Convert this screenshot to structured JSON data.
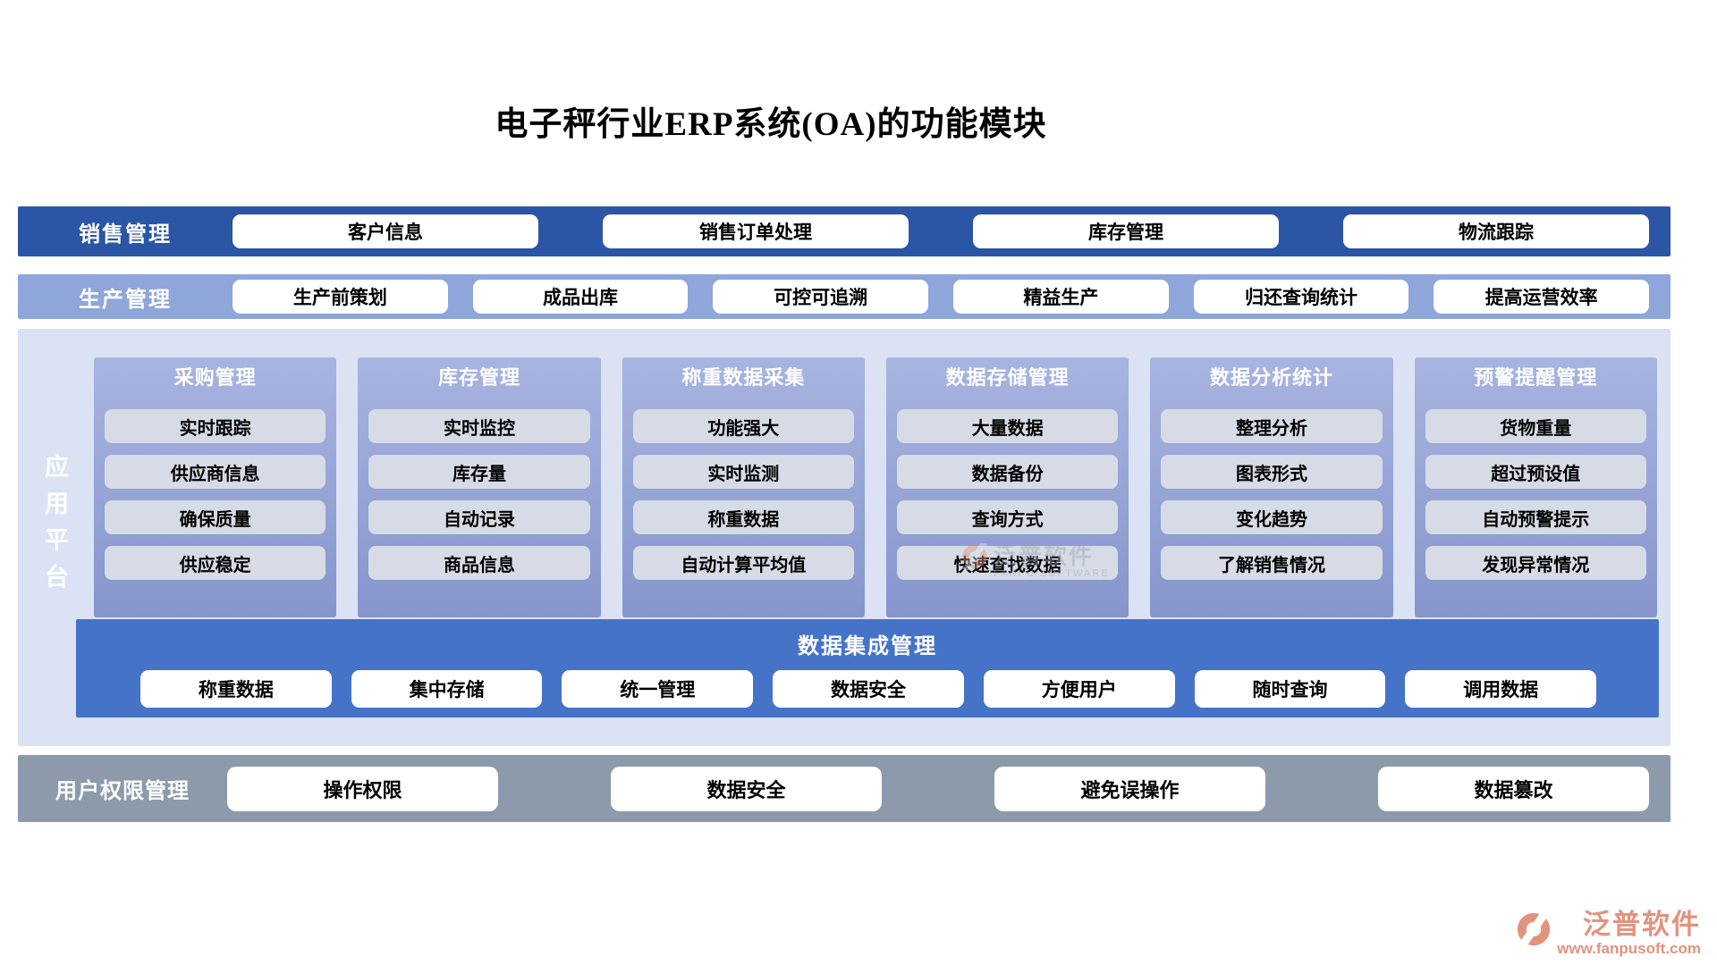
{
  "title": "电子秤行业ERP系统(OA)的功能模块",
  "sales": {
    "label": "销售管理",
    "buttons": [
      "客户信息",
      "销售订单处理",
      "库存管理",
      "物流跟踪"
    ]
  },
  "production": {
    "label": "生产管理",
    "buttons": [
      "生产前策划",
      "成品出库",
      "可控可追溯",
      "精益生产",
      "归还查询统计",
      "提高运营效率"
    ]
  },
  "platform": {
    "label": "应用平台",
    "columns": [
      {
        "title": "采购管理",
        "items": [
          "实时跟踪",
          "供应商信息",
          "确保质量",
          "供应稳定"
        ]
      },
      {
        "title": "库存管理",
        "items": [
          "实时监控",
          "库存量",
          "自动记录",
          "商品信息"
        ]
      },
      {
        "title": "称重数据采集",
        "items": [
          "功能强大",
          "实时监测",
          "称重数据",
          "自动计算平均值"
        ]
      },
      {
        "title": "数据存储管理",
        "items": [
          "大量数据",
          "数据备份",
          "查询方式",
          "快速查找数据"
        ]
      },
      {
        "title": "数据分析统计",
        "items": [
          "整理分析",
          "图表形式",
          "变化趋势",
          "了解销售情况"
        ]
      },
      {
        "title": "预警提醒管理",
        "items": [
          "货物重量",
          "超过预设值",
          "自动预警提示",
          "发现异常情况"
        ]
      }
    ]
  },
  "integration": {
    "title": "数据集成管理",
    "buttons": [
      "称重数据",
      "集中存储",
      "统一管理",
      "数据安全",
      "方便用户",
      "随时查询",
      "调用数据"
    ]
  },
  "permissions": {
    "label": "用户权限管理",
    "buttons": [
      "操作权限",
      "数据安全",
      "避免误操作",
      "数据篡改"
    ]
  },
  "watermark": {
    "brand": "泛普软件",
    "brand_en": "FANPU SOFTWARE",
    "url": "www.fanpusoft.com"
  },
  "colors": {
    "sales_band": "#2b55a5",
    "production_band": "#8ea6da",
    "platform_bg": "#dae2f4",
    "column_top": "#a8b4e0",
    "column_bottom": "#8595cc",
    "item_bg": "#d6dbe5",
    "integration_bar": "#4573c8",
    "permission_band": "#8c9aab",
    "brand_coral": "#e2937e"
  }
}
